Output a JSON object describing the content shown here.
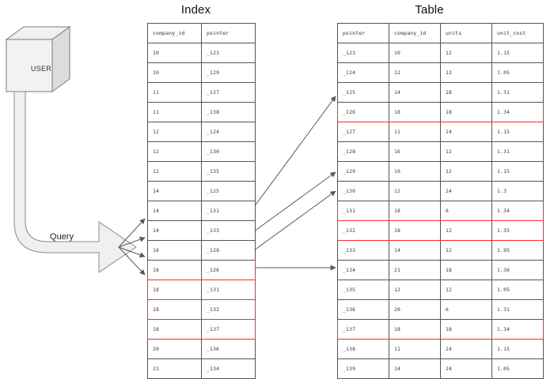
{
  "diagram": {
    "titles": {
      "index": "Index",
      "table": "Table"
    },
    "actor": {
      "label": "USER",
      "shape": "3d-cube"
    },
    "query": {
      "label": "Query",
      "shape": "curved-block-arrow"
    },
    "highlight_color": "#fc2b2b",
    "highlighted_company_id": "18"
  },
  "index": {
    "title": "Index",
    "headers": [
      "company_id",
      "pointer"
    ],
    "rows": [
      {
        "company_id": "10",
        "pointer": "_123",
        "highlighted": false
      },
      {
        "company_id": "10",
        "pointer": "_129",
        "highlighted": false
      },
      {
        "company_id": "11",
        "pointer": "_127",
        "highlighted": false
      },
      {
        "company_id": "11",
        "pointer": "_138",
        "highlighted": false
      },
      {
        "company_id": "12",
        "pointer": "_124",
        "highlighted": false
      },
      {
        "company_id": "12",
        "pointer": "_130",
        "highlighted": false
      },
      {
        "company_id": "12",
        "pointer": "_135",
        "highlighted": false
      },
      {
        "company_id": "14",
        "pointer": "_125",
        "highlighted": false
      },
      {
        "company_id": "14",
        "pointer": "_131",
        "highlighted": false
      },
      {
        "company_id": "14",
        "pointer": "_133",
        "highlighted": false
      },
      {
        "company_id": "16",
        "pointer": "_128",
        "highlighted": false
      },
      {
        "company_id": "18",
        "pointer": "_126",
        "highlighted": true
      },
      {
        "company_id": "18",
        "pointer": "_131",
        "highlighted": true
      },
      {
        "company_id": "18",
        "pointer": "_132",
        "highlighted": true
      },
      {
        "company_id": "18",
        "pointer": "_137",
        "highlighted": true
      },
      {
        "company_id": "20",
        "pointer": "_136",
        "highlighted": false
      },
      {
        "company_id": "21",
        "pointer": "_134",
        "highlighted": false
      }
    ]
  },
  "table": {
    "title": "Table",
    "headers": [
      "pointer",
      "company_id",
      "units",
      "unit_cost"
    ],
    "rows": [
      {
        "pointer": "_123",
        "company_id": "10",
        "units": "12",
        "unit_cost": "1.15",
        "highlighted": false
      },
      {
        "pointer": "_124",
        "company_id": "12",
        "units": "12",
        "unit_cost": "1.05",
        "highlighted": false
      },
      {
        "pointer": "_125",
        "company_id": "14",
        "units": "18",
        "unit_cost": "1.31",
        "highlighted": false
      },
      {
        "pointer": "_126",
        "company_id": "18",
        "units": "18",
        "unit_cost": "1.34",
        "highlighted": true
      },
      {
        "pointer": "_127",
        "company_id": "11",
        "units": "24",
        "unit_cost": "1.15",
        "highlighted": false
      },
      {
        "pointer": "_128",
        "company_id": "16",
        "units": "12",
        "unit_cost": "1.31",
        "highlighted": false
      },
      {
        "pointer": "_129",
        "company_id": "10",
        "units": "12",
        "unit_cost": "1.15",
        "highlighted": false
      },
      {
        "pointer": "_130",
        "company_id": "12",
        "units": "24",
        "unit_cost": "1.3",
        "highlighted": false
      },
      {
        "pointer": "_131",
        "company_id": "18",
        "units": "6",
        "unit_cost": "1.34",
        "highlighted": true
      },
      {
        "pointer": "_132",
        "company_id": "18",
        "units": "12",
        "unit_cost": "1.35",
        "highlighted": true
      },
      {
        "pointer": "_133",
        "company_id": "14",
        "units": "12",
        "unit_cost": "1.95",
        "highlighted": false
      },
      {
        "pointer": "_134",
        "company_id": "21",
        "units": "18",
        "unit_cost": "1.36",
        "highlighted": false
      },
      {
        "pointer": "_135",
        "company_id": "12",
        "units": "12",
        "unit_cost": "1.05",
        "highlighted": false
      },
      {
        "pointer": "_136",
        "company_id": "20",
        "units": "6",
        "unit_cost": "1.31",
        "highlighted": false
      },
      {
        "pointer": "_137",
        "company_id": "18",
        "units": "18",
        "unit_cost": "1.34",
        "highlighted": true
      },
      {
        "pointer": "_138",
        "company_id": "11",
        "units": "24",
        "unit_cost": "1.15",
        "highlighted": false
      },
      {
        "pointer": "_139",
        "company_id": "14",
        "units": "24",
        "unit_cost": "1.05",
        "highlighted": false
      }
    ]
  }
}
